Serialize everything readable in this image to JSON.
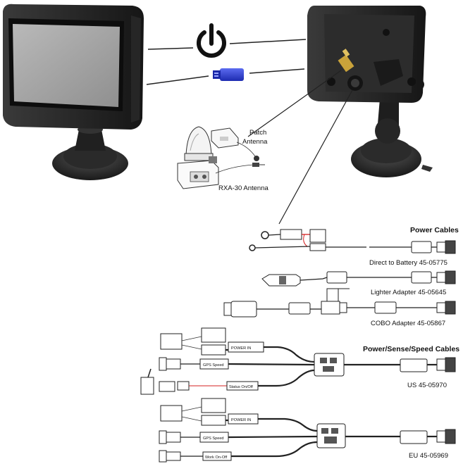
{
  "labels": {
    "patch_antenna": [
      "Patch",
      "Antenna"
    ],
    "rxa30_antenna": "RXA-30 Antenna",
    "power_cables_header": "Power Cables",
    "direct_to_battery": "Direct to Battery 45-05775",
    "lighter_adapter": "Lighter Adapter 45-05645",
    "cobo_adapter": "COBO Adapter 45-05867",
    "power_sense_speed_header": "Power/Sense/Speed Cables",
    "us_cable": "US 45-05970",
    "eu_cable": "EU 45-05969"
  },
  "us_boxes": {
    "power_in": "POWER IN",
    "gps_speed": "GPS Speed",
    "status_on_off": "Status On/Off"
  },
  "eu_boxes": {
    "power_in": "POWER IN",
    "gps_speed": "GPS Speed",
    "work_on_off": "Work On-Off"
  },
  "icons": [
    "power-icon",
    "usb-drive-icon"
  ],
  "colors": {
    "usb_blue": "#2f3fd6",
    "antenna_connector_gold": "#c9a23a",
    "battery_wire_red": "#d42020"
  }
}
